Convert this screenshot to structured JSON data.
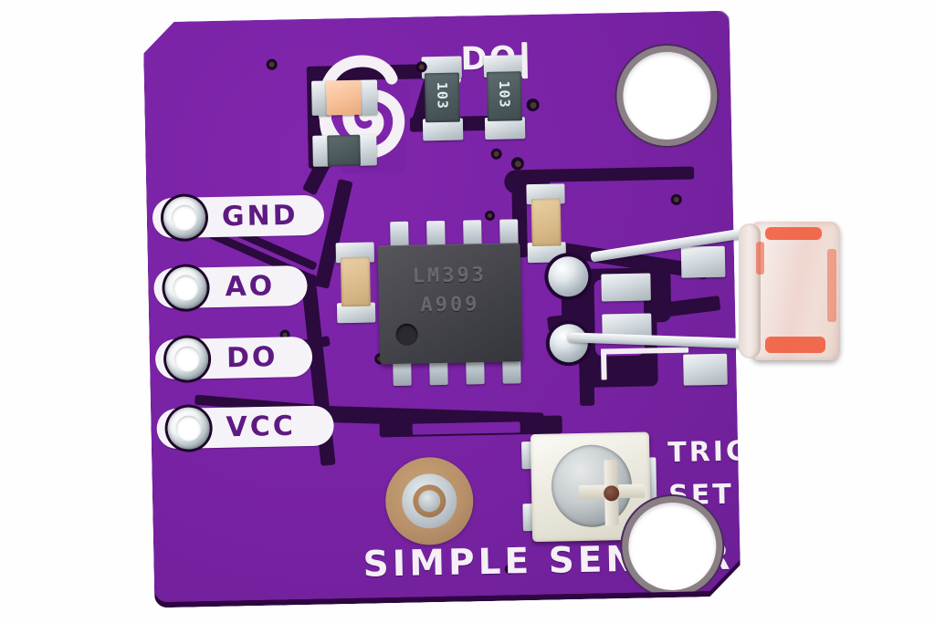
{
  "photo": {
    "subject": "Simple Sensor breakout PCB",
    "board_color": "#7a23a6",
    "silk_color": "#f4f0f6",
    "background": "#ffffff"
  },
  "silkscreen": {
    "product_name": "SIMPLE SENSOR",
    "trigger_line1": "TRIGGER",
    "trigger_line2": "SET",
    "top_marker": "DO",
    "logo_name": "spiral-fingerprint-logo"
  },
  "pins": [
    {
      "label": "GND",
      "name": "pin-gnd"
    },
    {
      "label": "AO",
      "name": "pin-ao"
    },
    {
      "label": "DO",
      "name": "pin-do"
    },
    {
      "label": "VCC",
      "name": "pin-vcc"
    }
  ],
  "components": {
    "ic": {
      "package": "SOIC-8",
      "marking_line1": "LM393",
      "marking_line2": "A909",
      "name": "comparator-ic"
    },
    "resistors": [
      {
        "marking": "103",
        "name": "resistor-r1"
      },
      {
        "marking": "103",
        "name": "resistor-r2"
      }
    ],
    "capacitors": [
      {
        "name": "capacitor-c1"
      },
      {
        "name": "capacitor-c2"
      }
    ],
    "led": {
      "name": "status-led"
    },
    "trimpot": {
      "name": "trim-potentiometer"
    },
    "sensor": {
      "name": "photoresistor-ldr"
    },
    "ground_pad": {
      "name": "bronze-ground-pad"
    }
  },
  "holes": {
    "mounting": [
      {
        "name": "mounting-hole-top-right"
      },
      {
        "name": "mounting-hole-bottom-right"
      }
    ],
    "header_count": 4
  },
  "colors": {
    "solder_mask": "#7a23a6",
    "copper_dark": "#2b0a3d",
    "silk_white": "#f4f0f6",
    "pad_silver": "#c3ccd2",
    "bronze": "#b8906a",
    "ldr_pink": "#f0ded6"
  }
}
